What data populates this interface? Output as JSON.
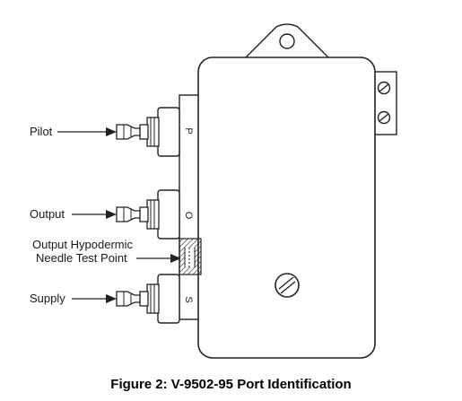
{
  "labels": {
    "pilot": "Pilot",
    "output": "Output",
    "hypodermic_line1": "Output Hypodermic",
    "hypodermic_line2": "Needle Test Point",
    "supply": "Supply"
  },
  "port_letters": {
    "p": "P",
    "o": "O",
    "s": "S"
  },
  "caption": "Figure 2: V-9502-95 Port Identification"
}
